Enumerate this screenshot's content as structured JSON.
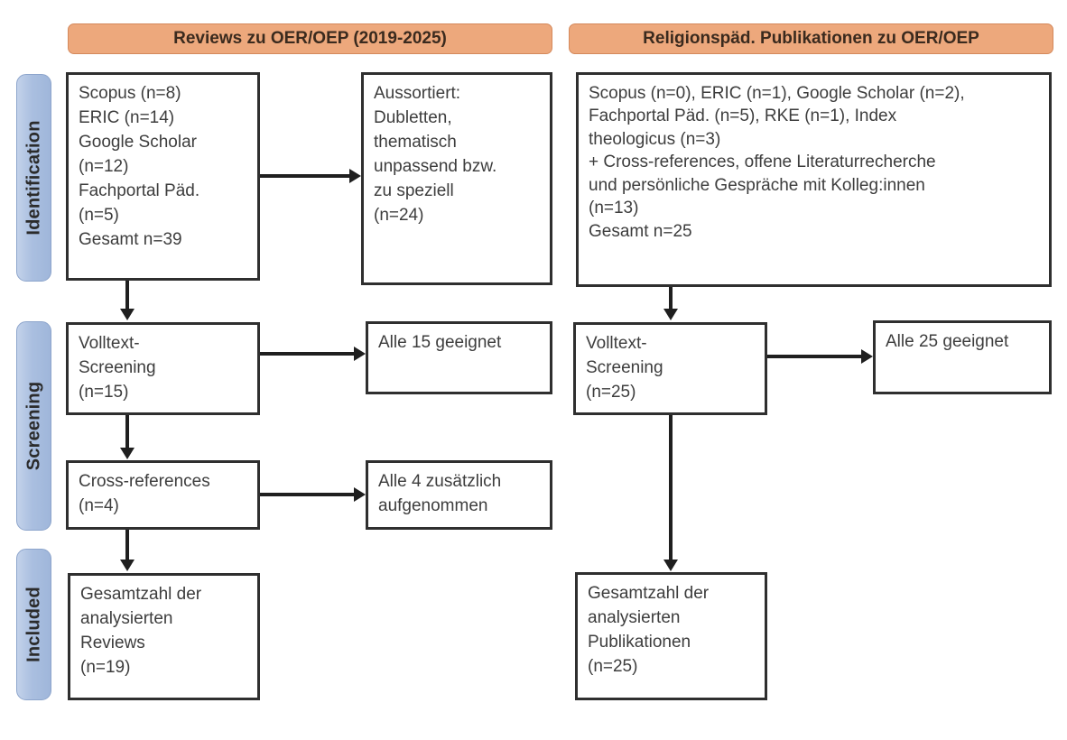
{
  "diagram": {
    "type": "prisma-flow-diagram",
    "columns": [
      {
        "id": "left",
        "header": "Reviews zu OER/OEP (2019-2025)"
      },
      {
        "id": "right",
        "header": "Religionspäd. Publikationen zu OER/OEP"
      }
    ],
    "stages": [
      {
        "id": "identification",
        "label": "Identification"
      },
      {
        "id": "screening",
        "label": "Screening"
      },
      {
        "id": "included",
        "label": "Included"
      }
    ],
    "colors": {
      "header_fill": "#eda87c",
      "header_border": "#d4895c",
      "stage_fill": "#aabfe0",
      "stage_border": "#8da5cc",
      "box_border": "#2f2f2f",
      "box_fill": "#ffffff",
      "connector": "#1f1f1f",
      "text": "#3d3d3d"
    },
    "boxes": {
      "left_identification_sources": "Scopus (n=8)\nERIC (n=14)\nGoogle Scholar\n(n=12)\nFachportal Päd.\n(n=5)\nGesamt n=39",
      "left_identification_excluded": "Aussortiert:\nDubletten,\nthematisch\nunpassend bzw.\nzu speziell\n(n=24)",
      "left_screening_fulltext": "Volltext-\nScreening\n(n=15)",
      "left_screening_fulltext_result": "Alle 15 geeignet",
      "left_screening_crossrefs": "Cross-references\n(n=4)",
      "left_screening_crossrefs_result": "Alle 4 zusätzlich\naufgenommen",
      "left_included_total": "Gesamtzahl der\nanalysierten\nReviews\n(n=19)",
      "right_identification_sources": "Scopus (n=0), ERIC (n=1), Google Scholar (n=2),\nFachportal Päd. (n=5), RKE (n=1), Index\ntheologicus (n=3)\n+ Cross-references, offene Literaturrecherche\nund persönliche Gespräche mit Kolleg:innen\n(n=13)\nGesamt n=25",
      "right_screening_fulltext": "Volltext-\nScreening\n(n=25)",
      "right_screening_fulltext_result": "Alle 25 geeignet",
      "right_included_total": "Gesamtzahl der\nanalysierten\nPublikationen\n(n=25)"
    },
    "counts": {
      "left_scopus": 8,
      "left_eric": 14,
      "left_google_scholar": 12,
      "left_fachportal": 5,
      "left_gesamt": 39,
      "left_excluded": 24,
      "left_fulltext_screened": 15,
      "left_fulltext_suitable": 15,
      "left_crossrefs": 4,
      "left_crossrefs_added": 4,
      "left_included": 19,
      "right_scopus": 0,
      "right_eric": 1,
      "right_google_scholar": 2,
      "right_fachportal": 5,
      "right_rke": 1,
      "right_index_theologicus": 3,
      "right_additional": 13,
      "right_gesamt": 25,
      "right_fulltext_screened": 25,
      "right_fulltext_suitable": 25,
      "right_included": 25
    }
  }
}
